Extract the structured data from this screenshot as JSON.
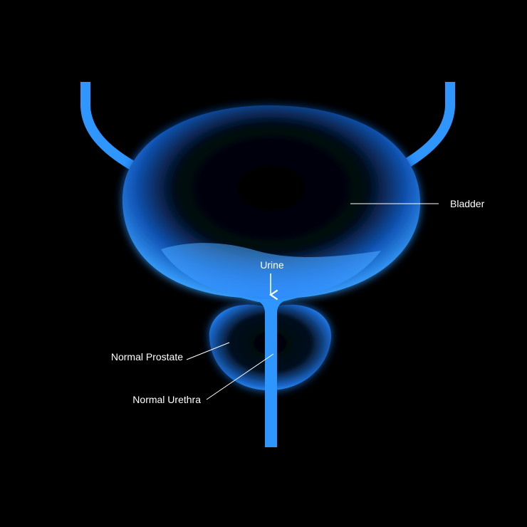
{
  "labels": {
    "bladder": "Bladder",
    "urine": "Urine",
    "prostate": "Normal Prostate",
    "urethra": "Normal Urethra"
  },
  "colors": {
    "background": "#000000",
    "organ_glow": "#2f8fff",
    "organ_edge": "#3ca6ff",
    "line": "#ffffff"
  }
}
